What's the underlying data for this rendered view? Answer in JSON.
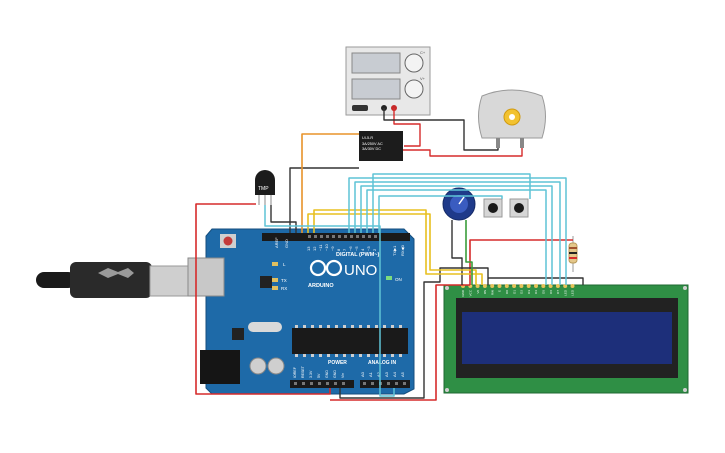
{
  "arduino": {
    "board_name": "UNO",
    "brand": "ARDUINO",
    "label_aref": "AREF",
    "label_gnd": "GND",
    "label_digital": "DIGITAL (PWM~)",
    "label_tx_arrow": "TX▶1",
    "label_rx_arrow": "RX◀0",
    "label_l": "L",
    "label_tx": "TX",
    "label_rx": "RX",
    "label_on": "ON",
    "label_power": "POWER",
    "label_analog": "ANALOG IN",
    "digital_pins": [
      "13",
      "12",
      "~11",
      "~10",
      "~9",
      "8",
      "7",
      "~6",
      "~5",
      "4",
      "~3",
      "2"
    ],
    "power_pins": [
      "IOREF",
      "RESET",
      "3.3V",
      "5V",
      "GND",
      "GND",
      "Vin"
    ],
    "analog_pins": [
      "A0",
      "A1",
      "A2",
      "A3",
      "A4",
      "A5"
    ]
  },
  "temp_sensor": {
    "label": "TMP"
  },
  "relay": {
    "label_line1": "UI-5-R",
    "label_line2": "3A/250V AC",
    "label_line3": "3A/30V DC"
  },
  "power_supply": {
    "label_c": "C+",
    "label_v": "V+"
  },
  "lcd": {
    "pin_labels": [
      "GND",
      "VCC",
      "V0",
      "RS",
      "RW",
      "E",
      "D0",
      "D1",
      "D2",
      "D3",
      "D4",
      "D5",
      "D6",
      "D7",
      "LED",
      "LED"
    ]
  },
  "colors": {
    "board": "#1e6aa8",
    "lcd_board": "#2f8f45",
    "lcd_screen": "#1d2f7a",
    "wire_red": "#d62b2b",
    "wire_black": "#333333",
    "wire_yellow": "#e8c020",
    "wire_orange": "#e8932a",
    "wire_cyan": "#5fc3d6",
    "wire_green": "#3a9c3a"
  }
}
